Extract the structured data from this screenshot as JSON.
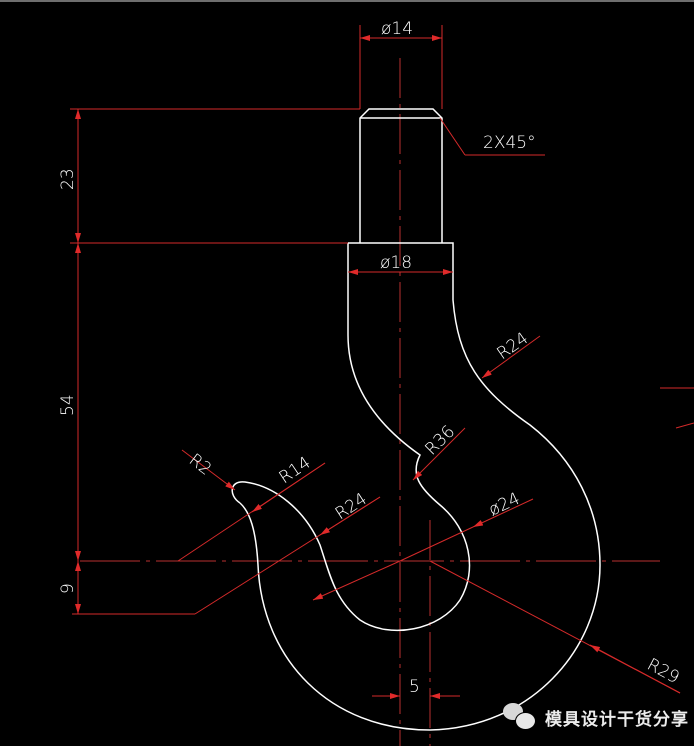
{
  "drawing": {
    "title": "Crane hook CAD drawing",
    "background": "#000000",
    "colors": {
      "outline": "#ffffff",
      "dimension": "#d42a2a",
      "center_line": "#c03030",
      "text": "#ffffff"
    },
    "dimensions": {
      "shank_diameter": "ø14",
      "chamfer": "2X45°",
      "neck_diameter": "ø18",
      "shank_height": "23",
      "body_height": "54",
      "offset_9": "9",
      "offset_5": "5",
      "r_outer_upper": "R24",
      "r_inner_large": "R36",
      "r_tip": "R2",
      "r_tip_outer": "R14",
      "r_inner_lower": "R24",
      "inner_circle_diameter": "ø24",
      "r_outer_bottom": "R29"
    }
  },
  "watermark": {
    "icon": "wechat-icon",
    "text": "模具设计干货分享"
  }
}
